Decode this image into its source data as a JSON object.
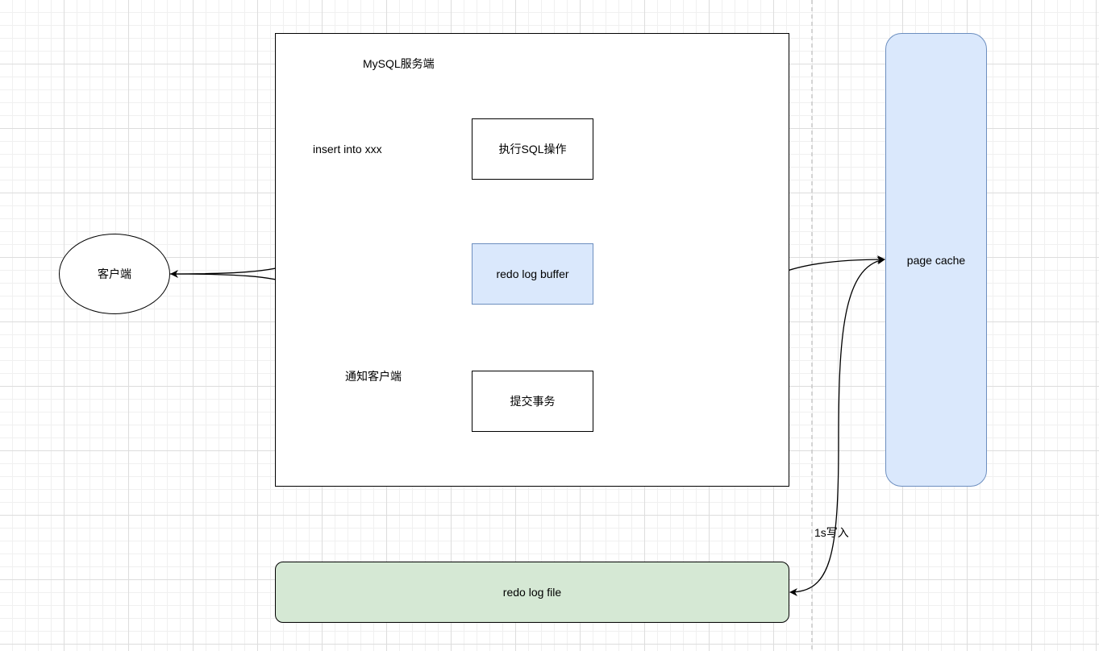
{
  "diagram": {
    "server": {
      "title": "MySQL服务端"
    },
    "nodes": {
      "client": "客户端",
      "execute_sql": "执行SQL操作",
      "redo_log_buffer": "redo log buffer",
      "commit_transaction": "提交事务",
      "page_cache": "page cache",
      "redo_log_file": "redo log file"
    },
    "edges": {
      "client_to_execute": "insert into xxx",
      "commit_to_client": "通知客户端",
      "page_cache_to_file": "1s写入"
    },
    "colors": {
      "blue_fill": "#dae8fc",
      "blue_stroke": "#6c8ebf",
      "green_fill": "#d5e8d4",
      "line": "#000000",
      "divider": "#c8c8c8"
    }
  }
}
